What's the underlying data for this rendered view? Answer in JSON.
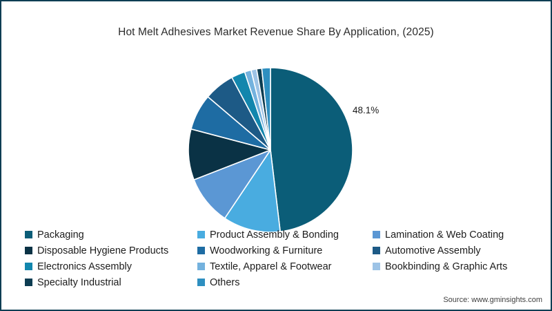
{
  "title": "Hot Melt Adhesives Market Revenue Share By Application, (2025)",
  "callout_label": "48.1%",
  "source_note": "Source: www.gminsights.com",
  "chart_data": {
    "type": "pie",
    "title": "Hot Melt Adhesives Market Revenue Share By Application, (2025)",
    "unit": "percent",
    "start_angle_deg": 0,
    "direction": "clockwise",
    "legend_position": "bottom",
    "data_labels_shown": [
      "Packaging"
    ],
    "labeled_value": {
      "slice": "Packaging",
      "text": "48.1%"
    },
    "slices": [
      {
        "label": "Packaging",
        "value": 48.1,
        "color": "#0b5d78"
      },
      {
        "label": "Product Assembly & Bonding",
        "value": 11.3,
        "color": "#49ace0"
      },
      {
        "label": "Lamination & Web Coating",
        "value": 9.7,
        "color": "#5b97d4"
      },
      {
        "label": "Disposable Hygiene Products",
        "value": 10.0,
        "color": "#0a3245"
      },
      {
        "label": "Woodworking & Furniture",
        "value": 7.1,
        "color": "#1e6ca3"
      },
      {
        "label": "Automotive Assembly",
        "value": 6.0,
        "color": "#1d5a86"
      },
      {
        "label": "Electronics Assembly",
        "value": 2.7,
        "color": "#1286ad"
      },
      {
        "label": "Textile, Apparel & Footwear",
        "value": 1.3,
        "color": "#74b2de"
      },
      {
        "label": "Bookbinding & Graphic Arts",
        "value": 1.1,
        "color": "#9dc3e6"
      },
      {
        "label": "Specialty Industrial",
        "value": 1.0,
        "color": "#0d3d52"
      },
      {
        "label": "Others",
        "value": 1.7,
        "color": "#2e8fc0"
      }
    ]
  }
}
